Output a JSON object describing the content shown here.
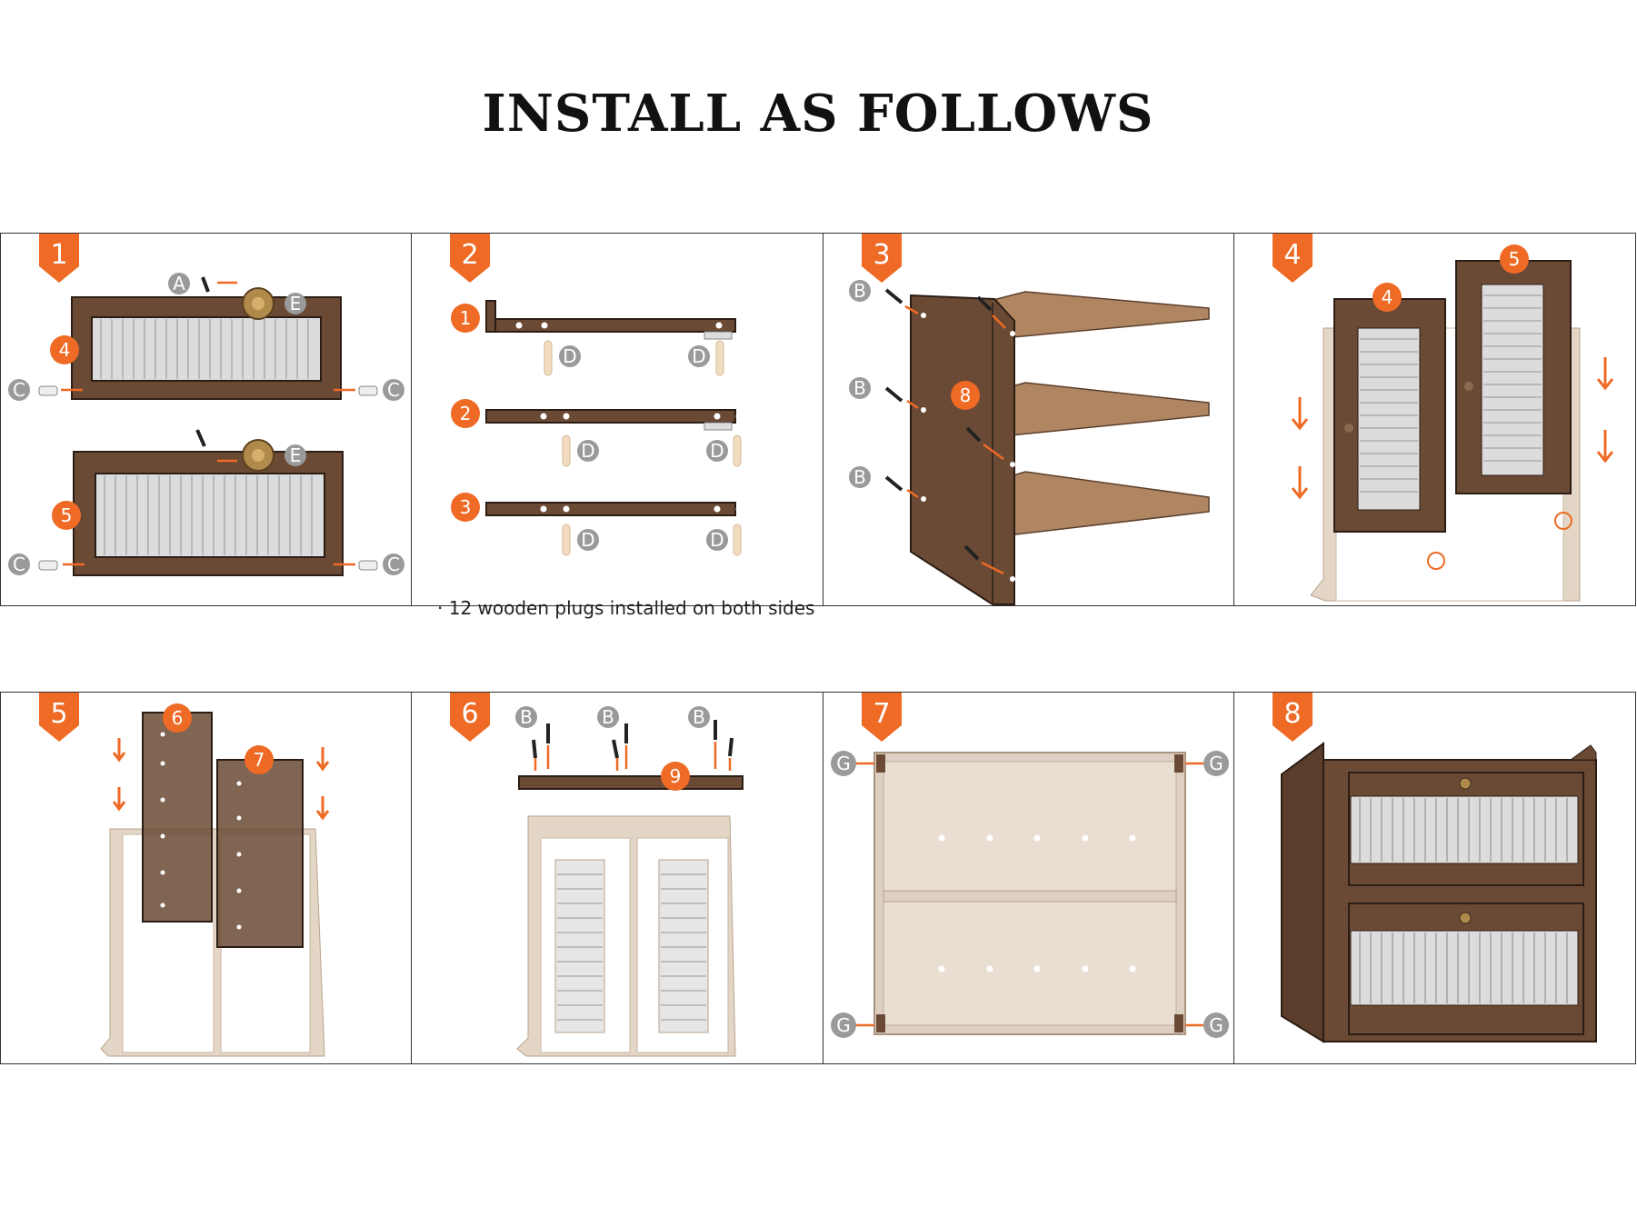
{
  "title": "INSTALL AS FOLLOWS",
  "steps": [
    {
      "number": "1"
    },
    {
      "number": "2",
      "note": "· 12 wooden plugs installed on both sides"
    },
    {
      "number": "3"
    },
    {
      "number": "4"
    },
    {
      "number": "5"
    },
    {
      "number": "6"
    },
    {
      "number": "7"
    },
    {
      "number": "8"
    }
  ],
  "part_labels": {
    "A": "A",
    "B": "B",
    "C": "C",
    "D": "D",
    "E": "E",
    "G": "G",
    "p1": "1",
    "p2": "2",
    "p3": "3",
    "p4": "4",
    "p5": "5",
    "p6": "6",
    "p7": "7",
    "p8": "8",
    "p9": "9"
  },
  "colors": {
    "accent": "#ee6a25",
    "wood_dark": "#6b4a35",
    "wood_mid": "#7d5a42",
    "wood_light": "#cdbba8",
    "glass": "#dcdcdc",
    "part_label_gray": "#9a9a9a"
  }
}
